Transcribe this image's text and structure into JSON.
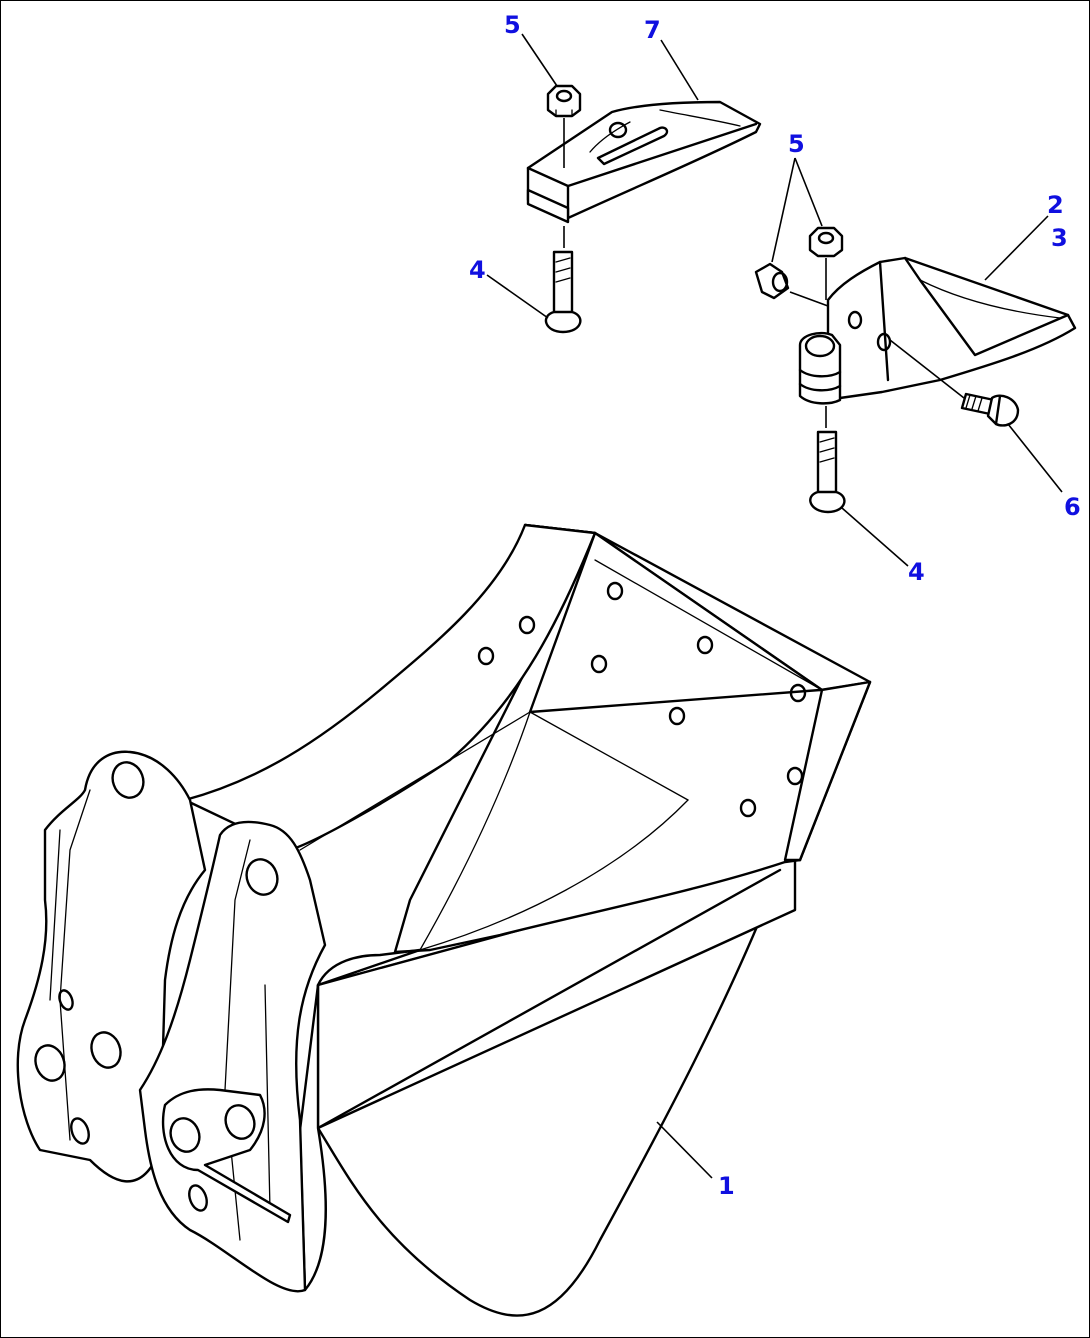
{
  "callouts": {
    "bucket": "1",
    "side_tooth": "2",
    "side_tooth_alt": "3",
    "bolt_left": "4",
    "bolt_right": "4",
    "nut_left": "5",
    "nut_right": "5",
    "bolt_side": "6",
    "side_cutter": "7"
  },
  "colors": {
    "callout_text": "#1010e0",
    "line_art": "#000000",
    "background": "#ffffff"
  }
}
